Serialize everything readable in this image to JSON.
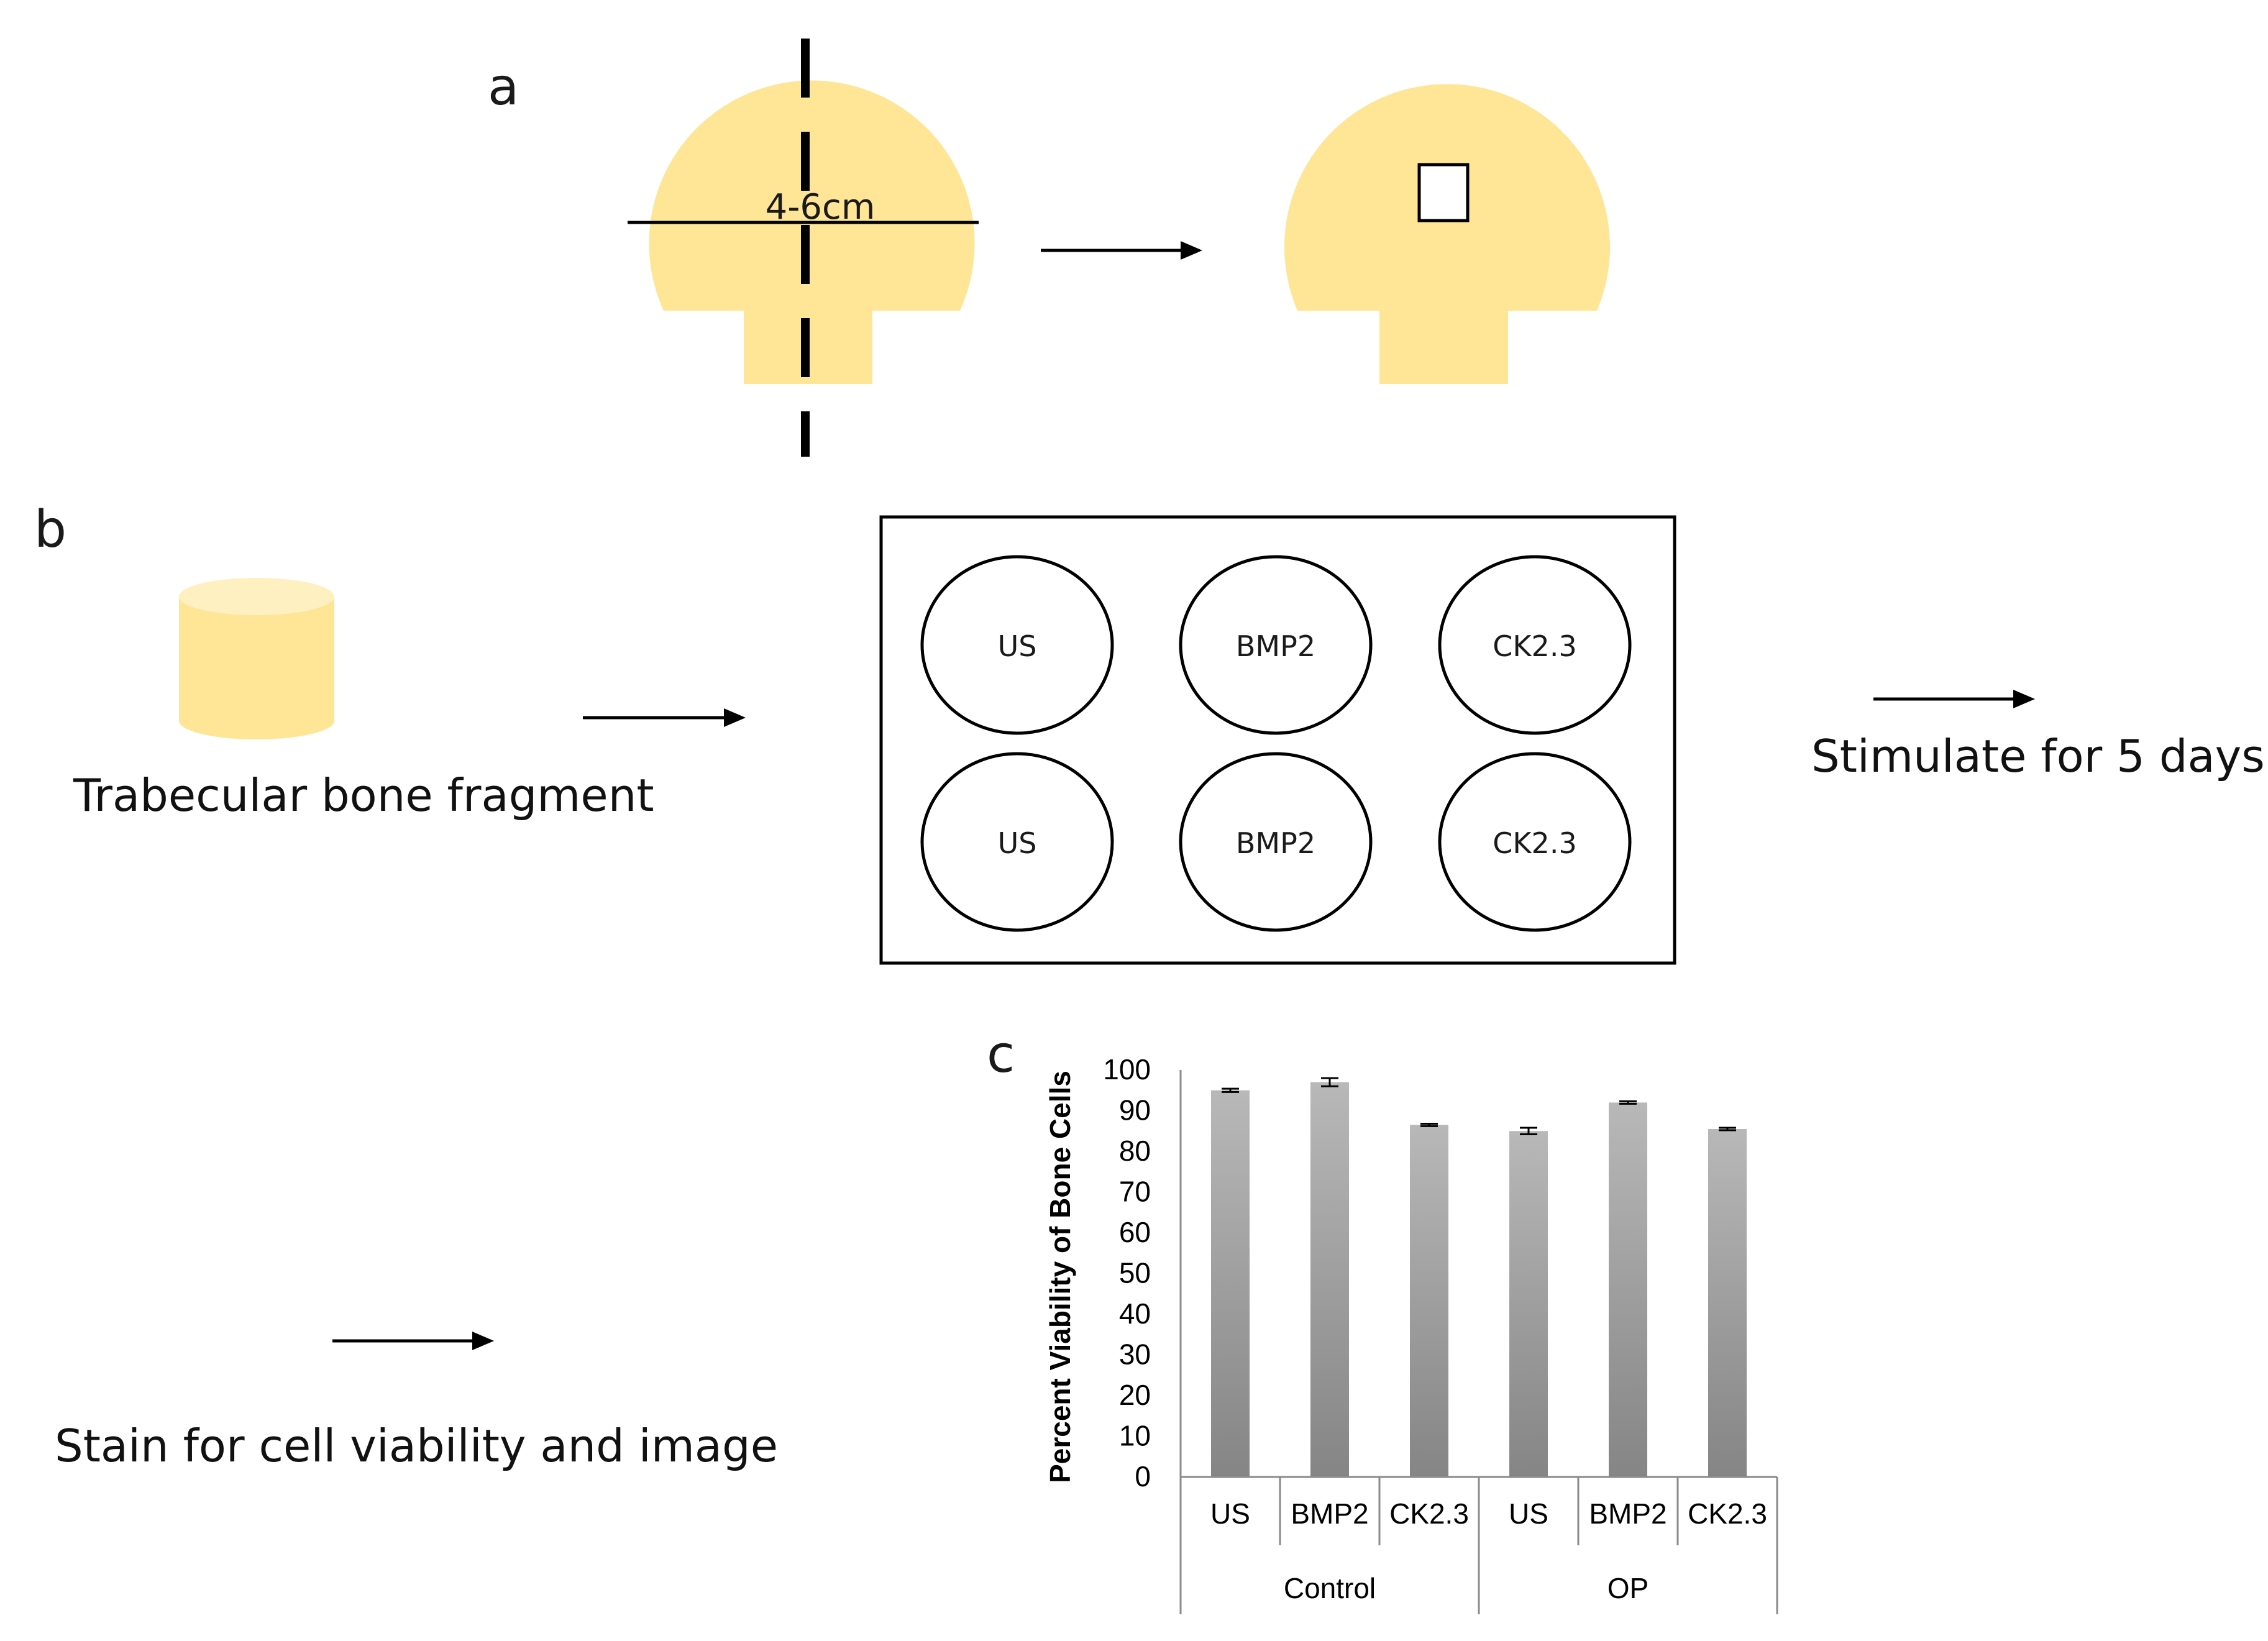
{
  "colors": {
    "bone": "#ffe696",
    "bone_top": "#fff0c2",
    "bar_top": "#b8b8b8",
    "bar_bottom": "#858585",
    "ink": "#000000"
  },
  "panel_a": {
    "label": "a",
    "measure_label": "4-6cm"
  },
  "panel_b": {
    "label": "b",
    "fragment_caption": "Trabecular bone fragment",
    "wells": [
      "US",
      "BMP2",
      "CK2.3",
      "US",
      "BMP2",
      "CK2.3"
    ],
    "stimulate_caption": "Stimulate for 5 days",
    "stain_caption": "Stain for cell viability and image"
  },
  "panel_c": {
    "label": "c"
  },
  "chart_data": {
    "type": "bar",
    "categories": [
      "US",
      "BMP2",
      "CK2.3",
      "US",
      "BMP2",
      "CK2.3"
    ],
    "groups": [
      {
        "name": "Control",
        "categories": [
          "US",
          "BMP2",
          "CK2.3"
        ]
      },
      {
        "name": "OP",
        "categories": [
          "US",
          "BMP2",
          "CK2.3"
        ]
      }
    ],
    "values": [
      95,
      97,
      86.5,
      85,
      92,
      85.5
    ],
    "errors": [
      0.4,
      1.0,
      0.3,
      0.8,
      0.3,
      0.3
    ],
    "ylabel": "Percent Viability of Bone Cells",
    "ylim": [
      0,
      100
    ],
    "yticks": [
      0,
      10,
      20,
      30,
      40,
      50,
      60,
      70,
      80,
      90,
      100
    ],
    "grid": false,
    "legend": "none"
  }
}
